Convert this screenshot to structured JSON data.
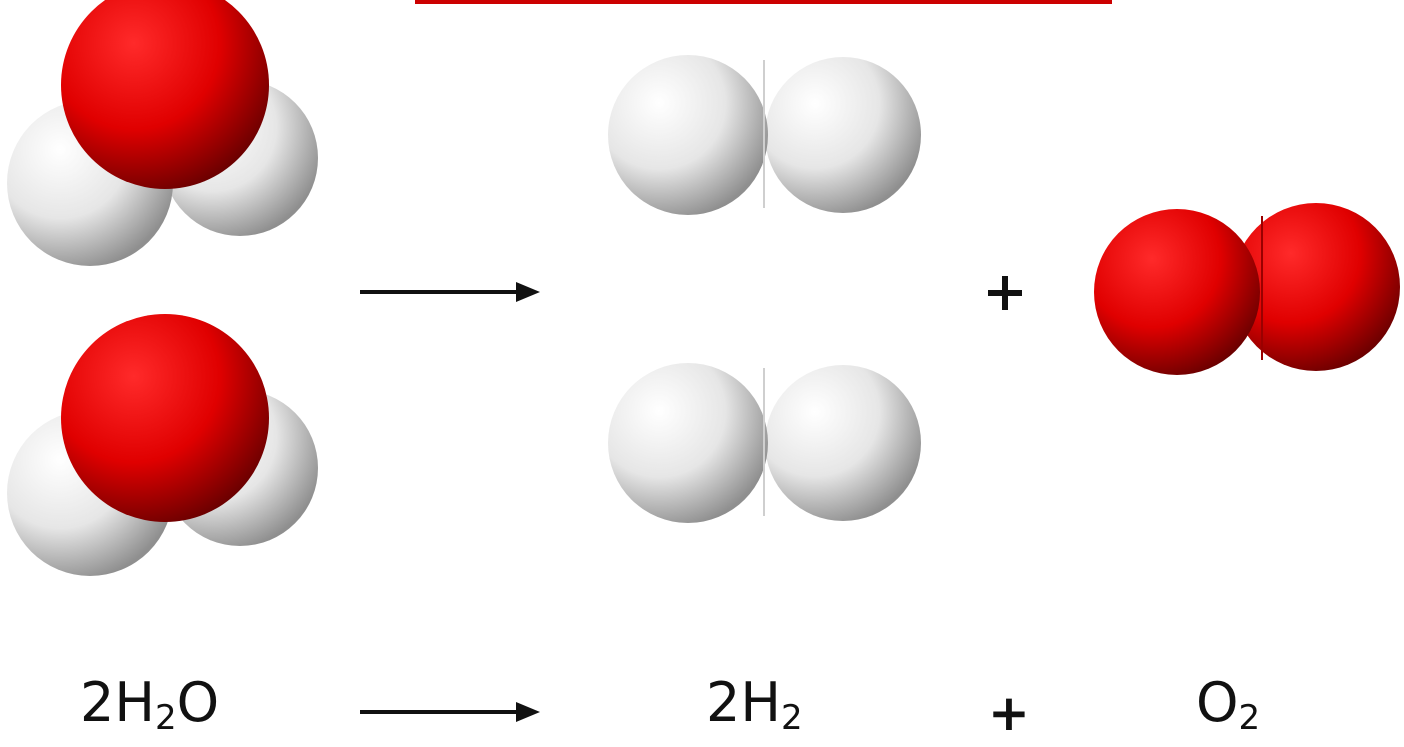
{
  "colors": {
    "oxygen": "#e00000",
    "hydrogen": "#eeeeee",
    "accent_line": "#cc0000",
    "ink": "#111111"
  },
  "equation": {
    "reactant": {
      "coefficient": "2",
      "symbol_a": "H",
      "sub_a": "2",
      "symbol_b": "O"
    },
    "arrow": "→",
    "product_1": {
      "coefficient": "2",
      "symbol": "H",
      "sub": "2"
    },
    "plus": "+",
    "product_2": {
      "symbol": "O",
      "sub": "2"
    }
  },
  "molecules": {
    "reactants": [
      "water",
      "water"
    ],
    "products": [
      "hydrogen-gas",
      "hydrogen-gas",
      "oxygen-gas"
    ]
  }
}
